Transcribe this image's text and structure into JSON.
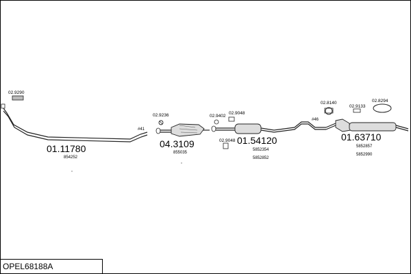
{
  "diagram_code": "OPEL68188A",
  "labels": {
    "part_front_number": "01.11780",
    "part_front_ref": "854252",
    "clip_front_top": "02.9290",
    "cat_number": "04.3109",
    "cat_ref": "855035",
    "cat_clip": "02.9236",
    "mid_number": "01.54120",
    "mid_ref_1": "5852354",
    "mid_ref_2": "5852852",
    "mid_clip_1": "02.9402",
    "mid_clip_2": "02.9048",
    "mid_clip_3": "02.9048",
    "rear_number": "01.63710",
    "rear_ref_1": "5852857",
    "rear_ref_2": "5852990",
    "rear_clip_1": "02.8140",
    "rear_clip_2": "02.9133",
    "rear_clip_3": "02.8294",
    "hash_41": "#41",
    "hash_46": "#46"
  }
}
